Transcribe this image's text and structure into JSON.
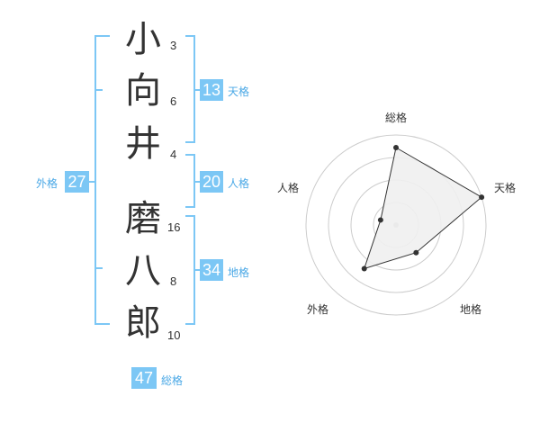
{
  "name": {
    "characters": [
      {
        "char": "小",
        "strokes": "3"
      },
      {
        "char": "向",
        "strokes": "6"
      },
      {
        "char": "井",
        "strokes": "4"
      },
      {
        "char": "磨",
        "strokes": "16"
      },
      {
        "char": "八",
        "strokes": "8"
      },
      {
        "char": "郎",
        "strokes": "10"
      }
    ]
  },
  "fortune": {
    "tenkaku": {
      "value": "13",
      "label": "天格"
    },
    "jinkaku": {
      "value": "20",
      "label": "人格"
    },
    "chikaku": {
      "value": "34",
      "label": "地格"
    },
    "gaikaku": {
      "value": "27",
      "label": "外格"
    },
    "soukaku": {
      "value": "47",
      "label": "総格"
    }
  },
  "radar": {
    "labels": {
      "top": "総格",
      "right": "天格",
      "bottom_right": "地格",
      "bottom_left": "外格",
      "left": "人格"
    },
    "scores": [
      {
        "axis": "総格",
        "value": 0.86
      },
      {
        "axis": "天格",
        "value": 1.0
      },
      {
        "axis": "地格",
        "value": 0.38
      },
      {
        "axis": "外格",
        "value": 0.6
      },
      {
        "axis": "人格",
        "value": 0.18
      }
    ],
    "colors": {
      "fill": "#f0f0f0",
      "stroke": "#333333",
      "grid": "#cccccc",
      "center": "#bbbbbb"
    }
  },
  "colors": {
    "accent": "#7cc7f5",
    "accent_text": "#4aa8e6",
    "text": "#333333"
  }
}
